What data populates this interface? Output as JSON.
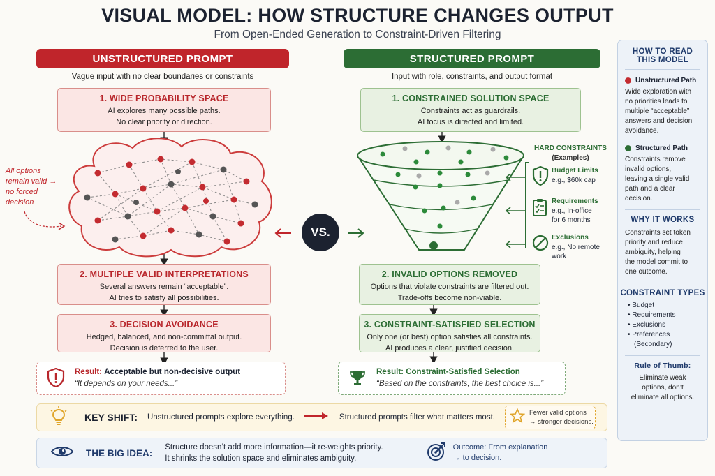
{
  "title": "VISUAL MODEL: HOW STRUCTURE CHANGES OUTPUT",
  "subtitle": "From Open-Ended Generation to Constraint-Driven Filtering",
  "left": {
    "header": "UNSTRUCTURED PROMPT",
    "description": "Vague input with no clear boundaries or constraints",
    "step1": {
      "title": "1. WIDE PROBABILITY SPACE",
      "line1": "AI explores many possible paths.",
      "line2": "No clear priority or direction."
    },
    "cloud_note": {
      "line1": "All options",
      "line2": "remain valid →",
      "line3": "no forced",
      "line4": "decision"
    },
    "step2": {
      "title": "2. MULTIPLE VALID INTERPRETATIONS",
      "line1": "Several answers remain “acceptable”.",
      "line2": "AI tries to satisfy all possibilities."
    },
    "step3": {
      "title": "3. DECISION AVOIDANCE",
      "line1": "Hedged, balanced, and non-committal output.",
      "line2": "Decision is deferred to the user."
    },
    "result": {
      "label": "Result:",
      "text": "Acceptable but non-decisive output",
      "quote": "“It depends on your needs...”"
    }
  },
  "vs": "VS.",
  "right": {
    "header": "STRUCTURED PROMPT",
    "description": "Input with role, constraints, and output format",
    "step1": {
      "title": "1. CONSTRAINED SOLUTION SPACE",
      "line1": "Constraints act as guardrails.",
      "line2": "AI focus is directed and limited."
    },
    "constraints": {
      "title1": "HARD CONSTRAINTS",
      "title2": "(Examples)",
      "items": [
        {
          "name": "Budget Limits",
          "line1": "e.g., $60k cap",
          "line2": "",
          "icon": "shield-alert-icon"
        },
        {
          "name": "Requirements",
          "line1": "e.g., In-office",
          "line2": "for 6 months",
          "icon": "checklist-icon"
        },
        {
          "name": "Exclusions",
          "line1": "e.g., No remote",
          "line2": "work",
          "icon": "prohibited-icon"
        }
      ]
    },
    "step2": {
      "title": "2. INVALID OPTIONS REMOVED",
      "line1": "Options that violate constraints are filtered out.",
      "line2": "Trade-offs become non-viable."
    },
    "step3": {
      "title": "3. CONSTRAINT-SATISFIED SELECTION",
      "line1": "Only one (or best) option satisfies all constraints.",
      "line2": "AI produces a clear, justified decision."
    },
    "result": {
      "label": "Result:",
      "text": "Constraint-Satisfied Selection",
      "quote": "“Based on the constraints, the best choice is...”"
    }
  },
  "key_shift": {
    "label": "KEY SHIFT:",
    "from": "Unstructured prompts explore everything.",
    "to": "Structured prompts filter what matters most.",
    "note1": "Fewer valid options",
    "note2": "→ stronger decisions."
  },
  "big_idea": {
    "label": "THE BIG IDEA:",
    "line1": "Structure doesn’t add more information—it re-weights priority.",
    "line2": "It shrinks the solution space and eliminates ambiguity.",
    "outcome1": "Outcome: From explanation",
    "outcome2": "→ to decision."
  },
  "sidebar": {
    "heading1": "HOW TO READ",
    "heading2": "THIS MODEL",
    "unstructured_label": "Unstructured Path",
    "unstructured_text": [
      "Wide exploration with",
      "no priorities leads to",
      "multiple “acceptable”",
      "answers and decision",
      "avoidance."
    ],
    "structured_label": "Structured Path",
    "structured_text": [
      "Constraints remove",
      "invalid options,",
      "leaving a single valid",
      "path and a clear",
      "decision."
    ],
    "why_heading": "WHY IT WORKS",
    "why_text": [
      "Constraints set token",
      "priority and reduce",
      "ambiguity, helping",
      "the model commit to",
      "one outcome."
    ],
    "types_heading": "CONSTRAINT TYPES",
    "types": [
      "Budget",
      "Requirements",
      "Exclusions",
      "Preferences",
      "(Secondary)"
    ],
    "rule_heading": "Rule of Thumb:",
    "rule_text": [
      "Eliminate weak",
      "options, don’t",
      "eliminate all options."
    ]
  },
  "colors": {
    "red": "#c0252b",
    "green": "#2c6d34",
    "navy": "#1f3a6b",
    "gold": "#e0a52a"
  }
}
